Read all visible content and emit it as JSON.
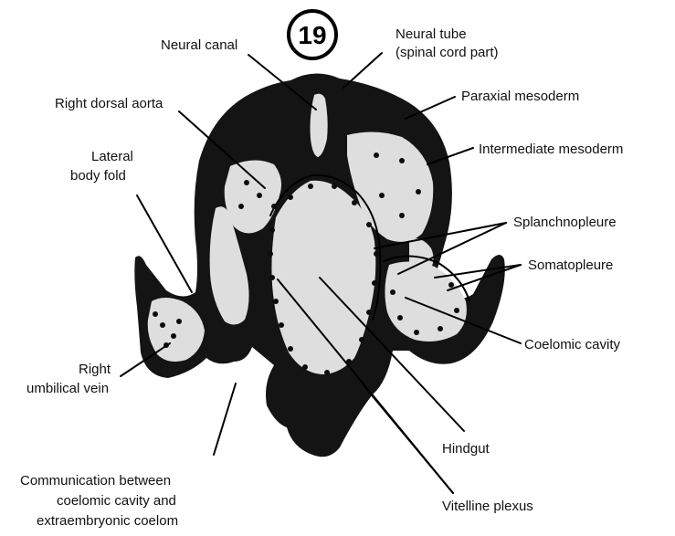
{
  "figure": {
    "number": "19",
    "labels": {
      "neural_canal": "Neural canal",
      "neural_tube_1": "Neural tube",
      "neural_tube_2": "(spinal cord part)",
      "right_dorsal_aorta": "Right dorsal aorta",
      "paraxial_mesoderm": "Paraxial mesoderm",
      "intermediate_mesoderm": "Intermediate mesoderm",
      "lateral_body_fold_1": "Lateral",
      "lateral_body_fold_2": "body fold",
      "splanchnopleure": "Splanchnopleure",
      "somatopleure": "Somatopleure",
      "coelomic_cavity": "Coelomic cavity",
      "right_umbilical_vein_1": "Right",
      "right_umbilical_vein_2": "umbilical vein",
      "hindgut": "Hindgut",
      "communication_1": "Communication between",
      "communication_2": "coelomic cavity and",
      "communication_3": "extraembryonic coelom",
      "vitelline_plexus": "Vitelline plexus"
    }
  }
}
